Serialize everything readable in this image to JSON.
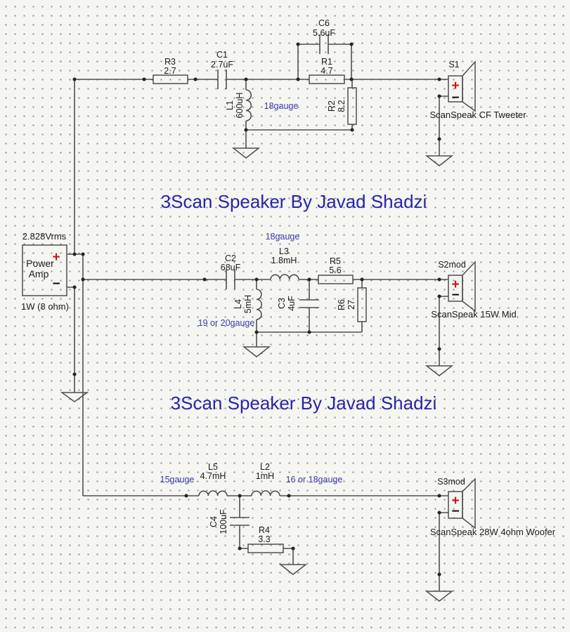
{
  "symbols": {
    "plus": "+",
    "minus": "−"
  },
  "titles": {
    "upper": "3Scan Speaker By Javad Shadzi",
    "lower": "3Scan Speaker By Javad Shadzi"
  },
  "source": {
    "voltage": "2.828Vrms",
    "name_line1": "Power",
    "name_line2": "Amp",
    "rating": "1W (8 ohm)"
  },
  "tweeter": {
    "r3_ref": "R3",
    "r3_val": "2.7",
    "c1_ref": "C1",
    "c1_val": "2.7uF",
    "c6_ref": "C6",
    "c6_val": "5.6uF",
    "r1_ref": "R1",
    "r1_val": "4.7",
    "r2_ref": "R2",
    "r2_val": "8.2",
    "l1_ref": "L1",
    "l1_val": "600uH",
    "l1_gauge": "18gauge",
    "spk_ref": "S1",
    "spk_name": "ScanSpeak CF Tweeter"
  },
  "mid": {
    "c2_ref": "C2",
    "c2_val": "68uF",
    "l3_ref": "L3",
    "l3_val": "1.8mH",
    "l3_gauge": "18gauge",
    "l4_ref": "L4",
    "l4_val": "5mH",
    "l4_gauge": "19 or 20gauge",
    "c3_ref": "C3",
    "c3_val": "4uF",
    "r5_ref": "R5",
    "r5_val": "5.6",
    "r6_ref": "R6",
    "r6_val": "27",
    "spk_ref": "S2mod",
    "spk_name": "ScanSpeak 15W Mid"
  },
  "woofer": {
    "l5_ref": "L5",
    "l5_val": "4.7mH",
    "l5_gauge": "15gauge",
    "l2_ref": "L2",
    "l2_val": "1mH",
    "l2_gauge": "16 or 18gauge",
    "c4_ref": "C4",
    "c4_val": "100uF",
    "r4_ref": "R4",
    "r4_val": "3.3",
    "spk_ref": "S3mod",
    "spk_name": "ScanSpeak 28W 4ohm Woofer"
  },
  "colors": {
    "wire": "#4f4f4f",
    "text": "#1c1c1c",
    "gauge_text": "#3a3aae",
    "title_text": "#2626a8",
    "plus_terminal": "#cc1111",
    "background": "#f5f5f2"
  }
}
